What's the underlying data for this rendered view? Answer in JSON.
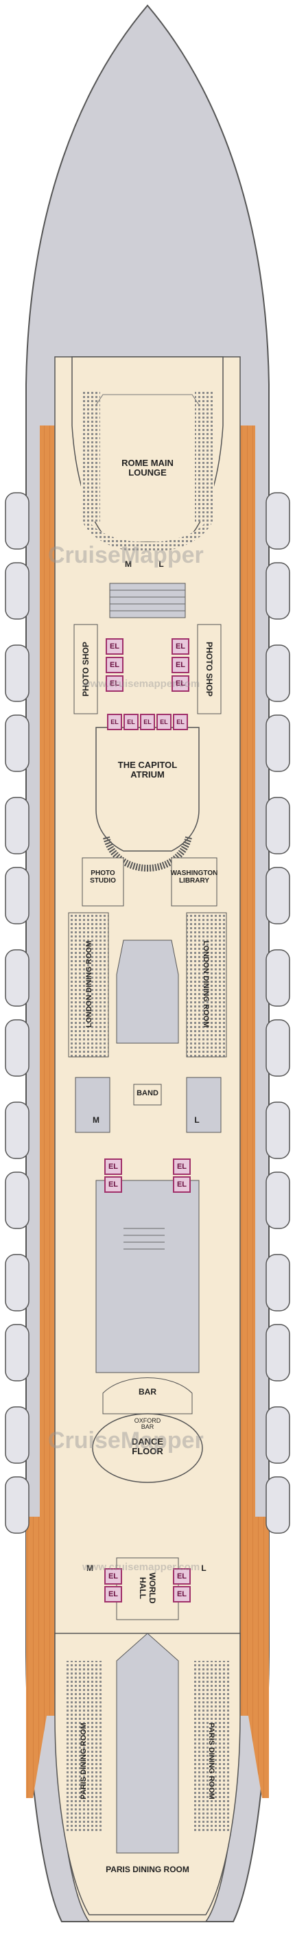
{
  "venues": {
    "rome_main_lounge": "ROME MAIN\nLOUNGE",
    "photo_shop": "PHOTO SHOP",
    "capitol_atrium": "THE CAPITOL\nATRIUM",
    "photo_studio": "PHOTO\nSTUDIO",
    "washington_library": "WASHINGTON\nLIBRARY",
    "london_dining_room": "LONDON DINING ROOM",
    "band": "BAND",
    "bar": "BAR",
    "oxford_bar": "OXFORD\nBAR",
    "dance_floor": "DANCE\nFLOOR",
    "world_hall": "WORLD\nHALL",
    "paris_dining_room": "PARIS DINING ROOM"
  },
  "markers": {
    "elevator": "EL",
    "men": "M",
    "ladies": "L"
  },
  "watermark": {
    "brand": "CruiseMapper",
    "url": "www.cruisemapper.com"
  },
  "colors": {
    "hull": "#cfcfd6",
    "deck_wood": "#e2904a",
    "interior": "#f6ead3",
    "service": "#cccdd5",
    "lifeboat": "#e4e4ea",
    "elevator_fill": "#e8c8dc",
    "elevator_border": "#a0306a"
  }
}
